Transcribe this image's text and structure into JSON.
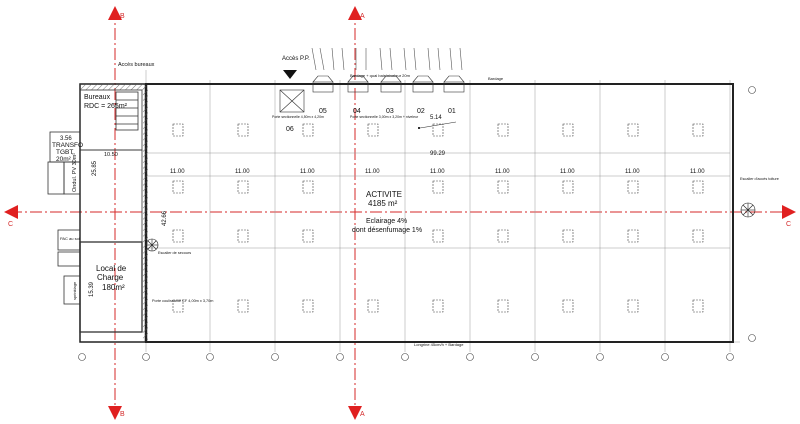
{
  "access": {
    "bureaux": "Accès bureaux",
    "pp": "Accès P.P."
  },
  "rooms": {
    "bureaux_title": "Bureaux",
    "bureaux_area": "RDC = 265m²",
    "transfo": "TRANSFO",
    "tgbt_label": "TGBT",
    "tgbt_area": "20m²",
    "local_charge_1": "Local de",
    "local_charge_2": "Charge",
    "local_charge_area": "180m²",
    "activite_title": "ACTIVITE",
    "activite_area": "4185 m²",
    "eclairage": "Eclairage 4%",
    "desenfumage": "dont désenfumage 1%",
    "pac": "PAC au sol",
    "escalier_secours": "Escalier de secours",
    "escalier_ext": "Escalier d'accès toiture",
    "sprinklage": "sprinklage",
    "poteaux_pv": "Ondul. PV 30m²"
  },
  "docks": [
    "05",
    "04",
    "03",
    "02",
    "01"
  ],
  "dock_06": "06",
  "dock_note": "Bardage + quai baie/niveleur 20m",
  "bardage": "Bardage",
  "porte_sect_1": "Porte sectionnelle 4,50m x 4,20m",
  "porte_sect_2": "Porte sectionnelle 3,00m x 3,20m + niveleur",
  "porte_cf": "Porte coulissante CF 4,00m x 3,70m",
  "longrine": "Longrine 45cm/h + Bardage",
  "dimensions": {
    "d_514": "5.14",
    "d_9929": "99.29",
    "d_1050": "10.50",
    "d_2585": "25.85",
    "d_4266": "42.66",
    "d_1539": "15.39",
    "d_356": "3.56",
    "d_160": "1.60"
  },
  "bay_widths": [
    "11.00",
    "11.00",
    "11.00",
    "11.00",
    "11.00",
    "11.00",
    "11.00",
    "11.00",
    "11.00"
  ],
  "section_marks": {
    "c_left": "C",
    "c_right": "C",
    "b_top": "B",
    "b_bottom": "B",
    "a_top": "A",
    "a_bottom": "A"
  }
}
